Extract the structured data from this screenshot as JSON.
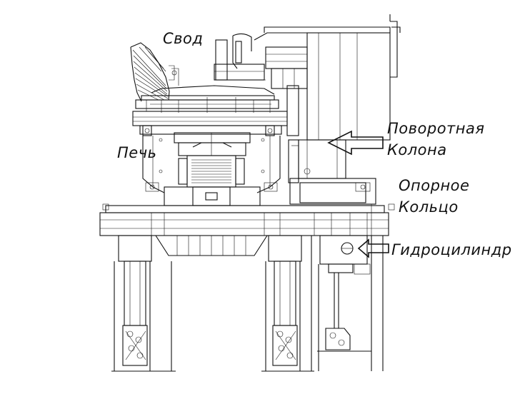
{
  "labels": {
    "roof": "Свод",
    "furnace": "Печь",
    "column_line1": "Поворотная",
    "column_line2": "Колона",
    "ring_line1": "Опорное",
    "ring_line2": "Кольцо",
    "cylinder": "Гидроцилиндр"
  },
  "colors": {
    "ink": "#111111",
    "background": "#ffffff"
  }
}
